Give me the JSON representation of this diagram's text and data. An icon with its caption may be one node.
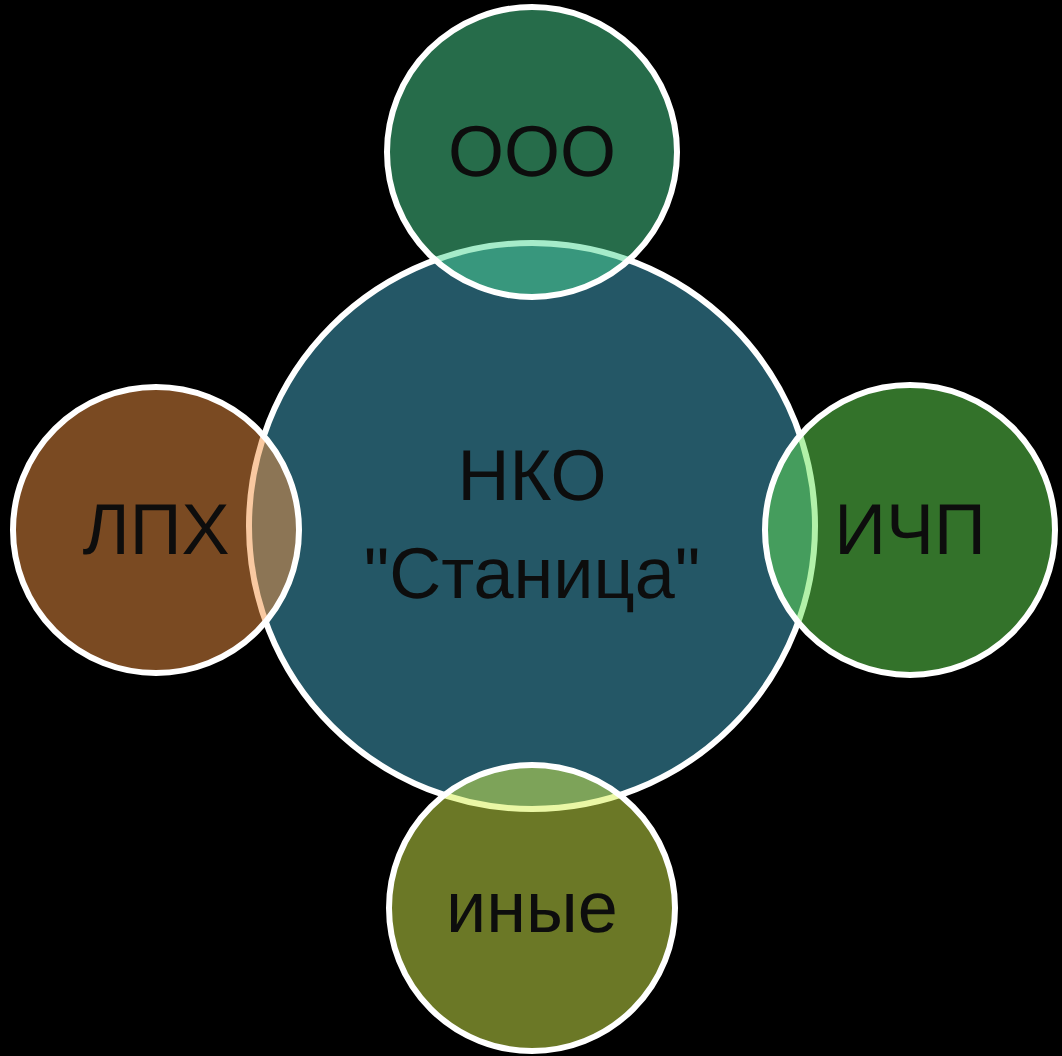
{
  "diagram": {
    "nodes": [
      {
        "text": [
          "ООО"
        ]
      },
      {
        "text": [
          "ЛПХ"
        ]
      },
      {
        "text": [
          "НКО \"Станица\""
        ]
      },
      {
        "text": [
          "ИЧП"
        ]
      },
      {
        "text": [
          "иные"
        ]
      }
    ]
  }
}
